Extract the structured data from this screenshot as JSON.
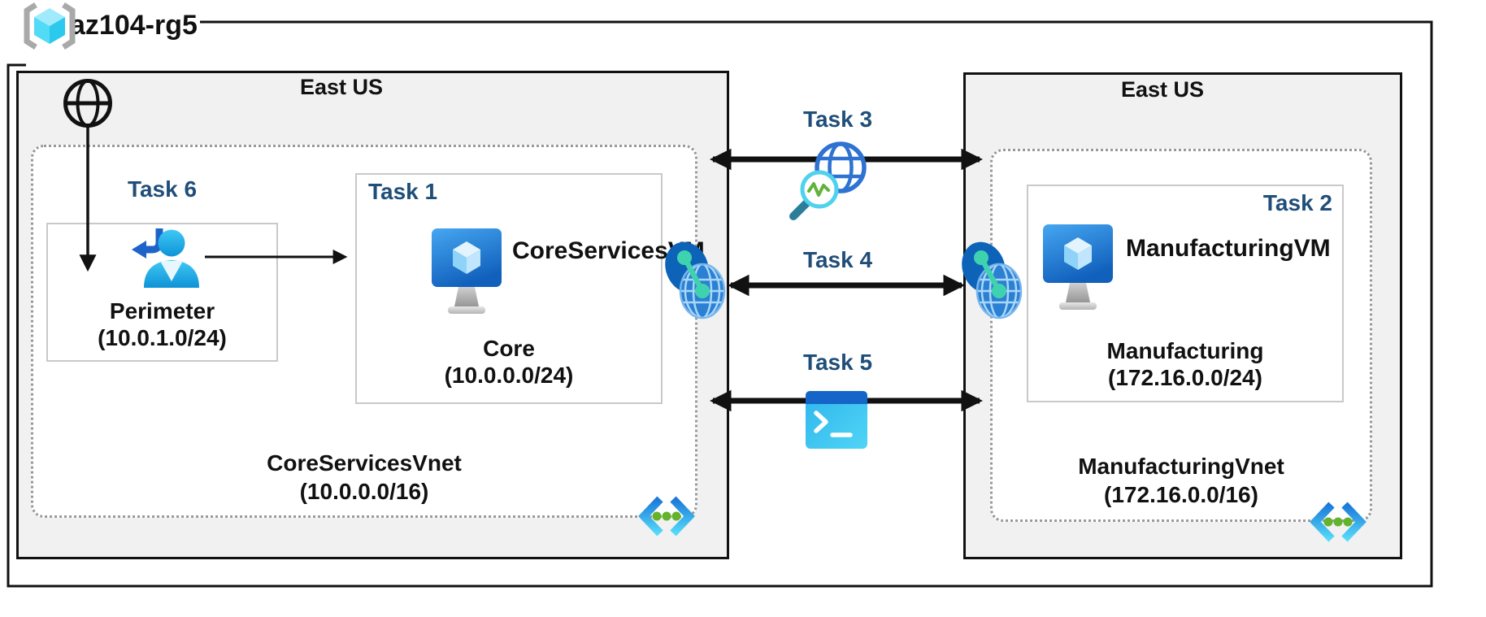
{
  "resource_group": {
    "label": "az104-rg5"
  },
  "regions": {
    "left": {
      "title": "East US",
      "vnet": {
        "name": "CoreServicesVnet",
        "cidr": "(10.0.0.0/16)"
      },
      "subnets": {
        "perimeter": {
          "task": "Task 6",
          "name": "Perimeter",
          "cidr": "(10.0.1.0/24)"
        },
        "core": {
          "task": "Task 1",
          "vm_name": "CoreServicesVM",
          "name": "Core",
          "cidr": "(10.0.0.0/24)"
        }
      }
    },
    "right": {
      "title": "East US",
      "vnet": {
        "name": "ManufacturingVnet",
        "cidr": "(172.16.0.0/16)"
      },
      "subnets": {
        "manufacturing": {
          "task": "Task 2",
          "vm_name": "ManufacturingVM",
          "name": "Manufacturing",
          "cidr": "(172.16.0.0/24)"
        }
      }
    }
  },
  "connections": {
    "task3": {
      "label": "Task 3",
      "icon": "network-watcher-icon"
    },
    "task4": {
      "label": "Task 4",
      "icon": "vnet-peering-icon"
    },
    "task5": {
      "label": "Task 5",
      "icon": "cloud-shell-icon"
    }
  },
  "icons": {
    "resource_group": "resource-group-brackets-cube-icon",
    "internet": "globe-icon",
    "sign_in_user": "user-signin-arrow-icon",
    "virtual_machine": "vm-monitor-cube-icon",
    "network_watcher": "globe-magnifier-icon",
    "vnet_peering": "peering-globes-icon",
    "cloud_shell": "terminal-icon",
    "cloud_shell_prompt": ">_",
    "virtual_network": "angle-brackets-dots-icon"
  },
  "colors": {
    "task_label": "#1F4E79",
    "region_background": "#F1F1F1",
    "border_black": "#111111",
    "subnet_border": "#C9C9C9",
    "vnet_dotted_border": "#999999",
    "azure_blue": "#1260BC",
    "cyan_accent": "#4ED2EE",
    "green_accent": "#63B32D",
    "teal_accent": "#3FD2AE"
  }
}
